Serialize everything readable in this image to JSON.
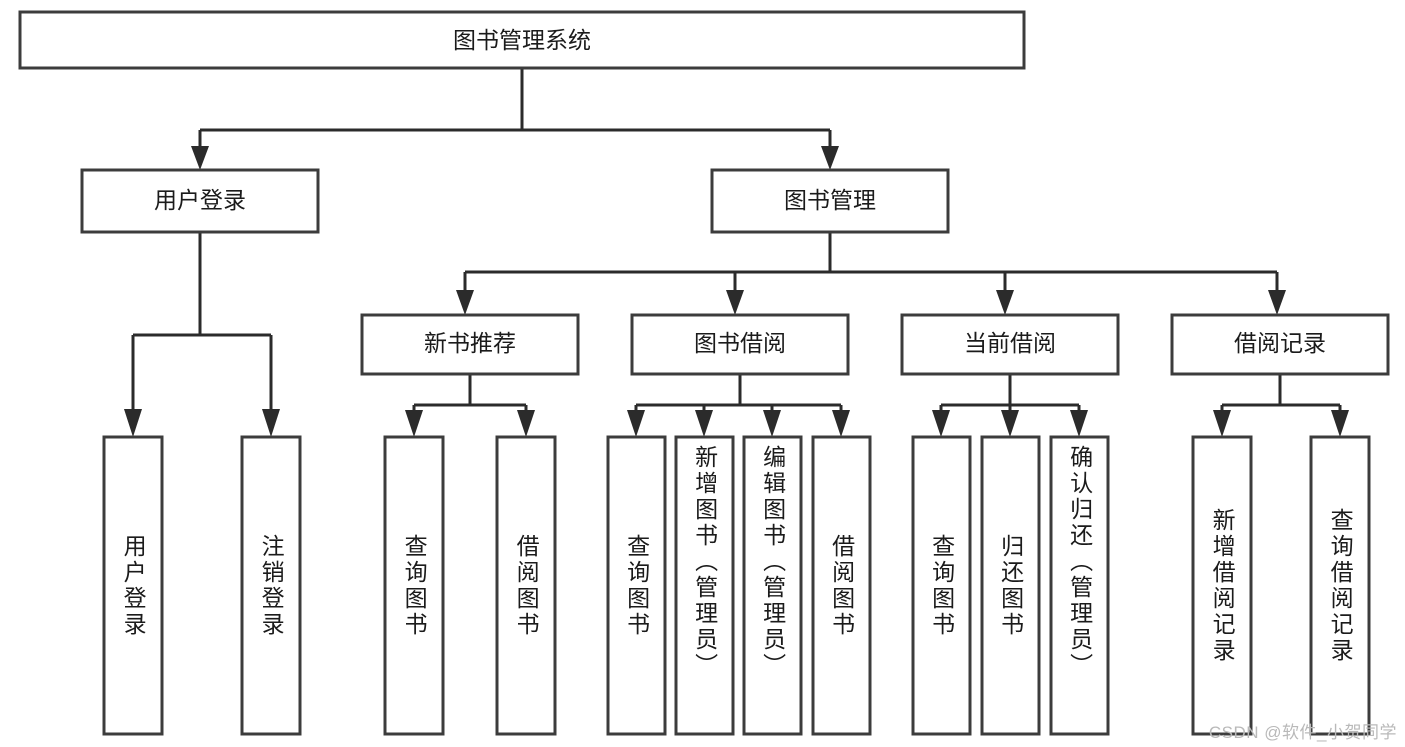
{
  "diagram": {
    "type": "tree-hierarchy-chart",
    "title": "图书管理系统",
    "orientation": "top-down",
    "colors": {
      "box_stroke": "#3c3c3c",
      "box_fill": "#ffffff",
      "connector": "#2b2b2b",
      "text": "#1b1b1b",
      "watermark": "#b9b9b9"
    },
    "root": {
      "label": "图书管理系统"
    },
    "level2": [
      {
        "label": "用户登录"
      },
      {
        "label": "图书管理"
      }
    ],
    "level3": [
      {
        "label": "新书推荐"
      },
      {
        "label": "图书借阅"
      },
      {
        "label": "当前借阅"
      },
      {
        "label": "借阅记录"
      }
    ],
    "leaves": {
      "user_login": [
        {
          "label": "用户登录"
        },
        {
          "label": "注销登录"
        }
      ],
      "new_book_recommend": [
        {
          "label": "查询图书"
        },
        {
          "label": "借阅图书"
        }
      ],
      "book_borrow": [
        {
          "label": "查询图书"
        },
        {
          "label": "新增图书（管理员）"
        },
        {
          "label": "编辑图书（管理员）"
        },
        {
          "label": "借阅图书"
        }
      ],
      "current_borrow": [
        {
          "label": "查询图书"
        },
        {
          "label": "归还图书"
        },
        {
          "label": "确认归还（管理员）"
        }
      ],
      "borrow_record": [
        {
          "label": "新增借阅记录"
        },
        {
          "label": "查询借阅记录"
        }
      ]
    }
  },
  "watermark": {
    "text": "CSDN @软件_小贺同学"
  }
}
